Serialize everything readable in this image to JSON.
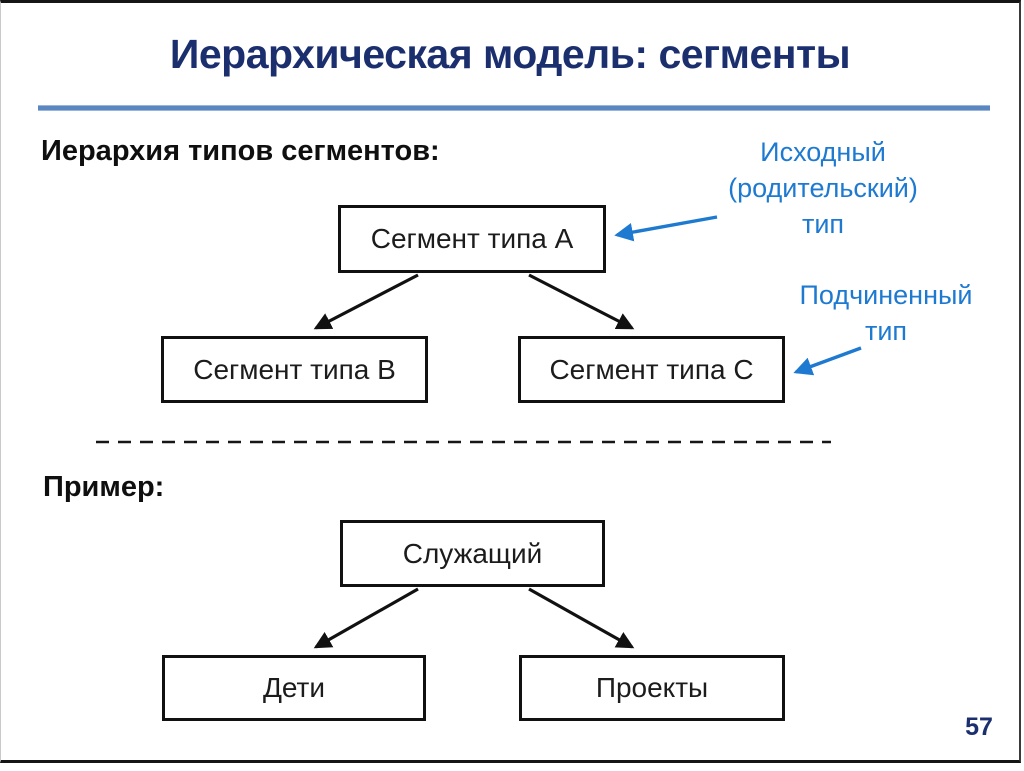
{
  "slide": {
    "title": "Иерархическая модель: сегменты",
    "page_number": "57"
  },
  "colors": {
    "title_navy": "#1b2f6e",
    "callout_blue": "#1e7ad1",
    "rule_blue": "#5b87c0",
    "diagram_black": "#111111"
  },
  "type_hierarchy": {
    "heading": "Иерархия типов сегментов:",
    "nodes": {
      "parent": "Сегмент типа A",
      "child_left": "Сегмент типа B",
      "child_right": "Сегмент типа C"
    },
    "callouts": {
      "parent_type": {
        "lines": [
          "Исходный",
          "(родительский)",
          "тип"
        ]
      },
      "child_type": {
        "lines": [
          "Подчиненный",
          "тип"
        ]
      }
    }
  },
  "example": {
    "heading": "Пример:",
    "nodes": {
      "parent": "Служащий",
      "child_left": "Дети",
      "child_right": "Проекты"
    }
  }
}
